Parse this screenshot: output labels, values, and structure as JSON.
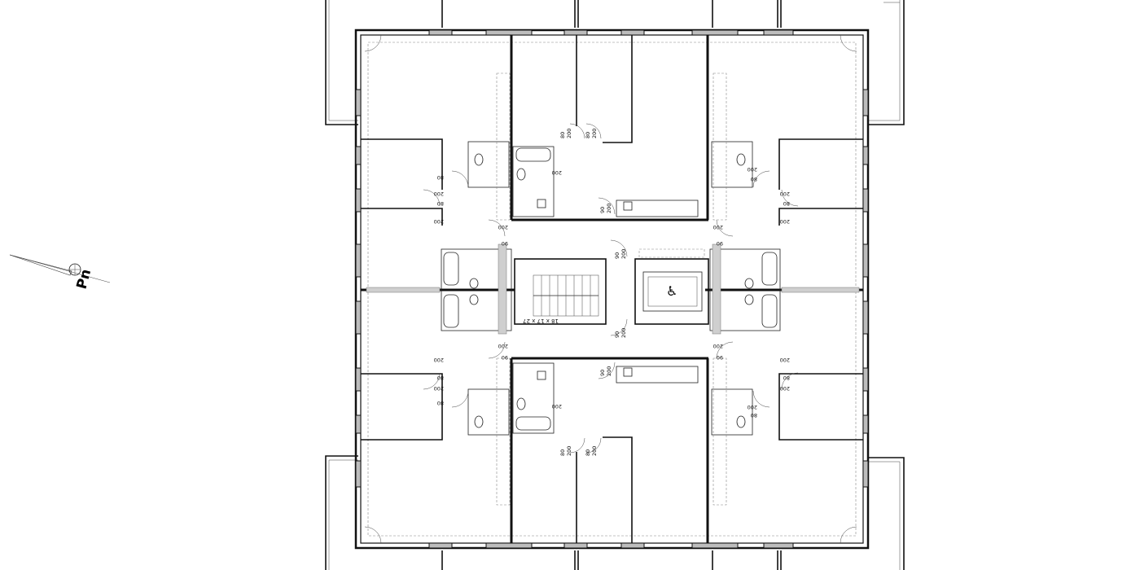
{
  "plan": {
    "north_label": "Pn",
    "stair_label": "18 x 17 x 27",
    "elevator_icon": "wheelchair-accessible-icon",
    "door_dims": {
      "d80": "80",
      "d90": "90",
      "d200": "200"
    }
  },
  "colors": {
    "wall": "#111111",
    "window": "#bdbdbd",
    "shaft": "#cfcfcf"
  }
}
